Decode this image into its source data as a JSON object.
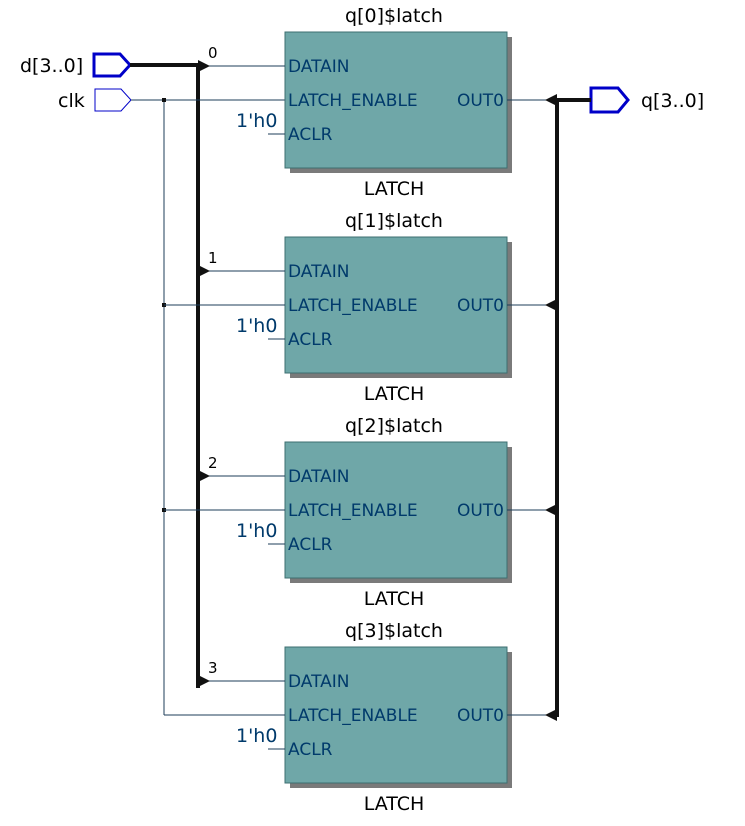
{
  "inputs": {
    "data_bus": "d[3..0]",
    "clock": "clk"
  },
  "output": {
    "data_bus": "q[3..0]"
  },
  "colors": {
    "block_fill": "#6fa7a8",
    "block_shadow": "#7a7a7a",
    "port_outline": "#0000c8",
    "wire": "#1c3d5a",
    "bus": "#111111"
  },
  "latches": [
    {
      "instance": "q[0]$latch",
      "type": "LATCH",
      "bit": "0",
      "ports": {
        "datain": "DATAIN",
        "latch_enable": "LATCH_ENABLE",
        "aclr": "ACLR",
        "out": "OUT0"
      },
      "aclr_const": "1'h0"
    },
    {
      "instance": "q[1]$latch",
      "type": "LATCH",
      "bit": "1",
      "ports": {
        "datain": "DATAIN",
        "latch_enable": "LATCH_ENABLE",
        "aclr": "ACLR",
        "out": "OUT0"
      },
      "aclr_const": "1'h0"
    },
    {
      "instance": "q[2]$latch",
      "type": "LATCH",
      "bit": "2",
      "ports": {
        "datain": "DATAIN",
        "latch_enable": "LATCH_ENABLE",
        "aclr": "ACLR",
        "out": "OUT0"
      },
      "aclr_const": "1'h0"
    },
    {
      "instance": "q[3]$latch",
      "type": "LATCH",
      "bit": "3",
      "ports": {
        "datain": "DATAIN",
        "latch_enable": "LATCH_ENABLE",
        "aclr": "ACLR",
        "out": "OUT0"
      },
      "aclr_const": "1'h0"
    }
  ]
}
